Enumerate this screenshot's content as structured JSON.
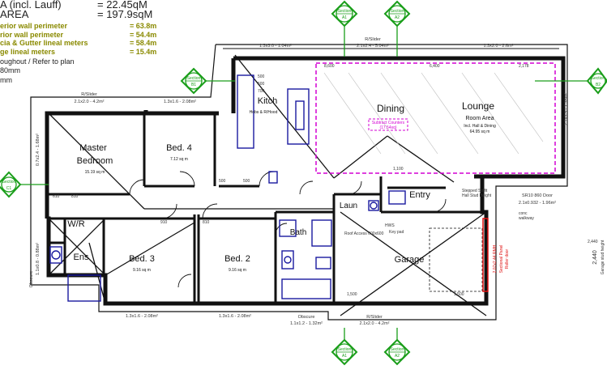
{
  "header": {
    "line1_label": "A (incl. Lauff)",
    "line1_value": "= 22.45qM",
    "line2_label": "AREA",
    "line2_value": "= 197.9sqM",
    "metrics": [
      {
        "label": "erior wall perimeter",
        "value": "= 63.8m"
      },
      {
        "label": "rior wall perimeter",
        "value": "= 54.4m"
      },
      {
        "label": "cia & Gutter lineal meters",
        "value": "= 58.4m"
      },
      {
        "label": "ge lineal meters",
        "value": "= 15.4m"
      }
    ],
    "notes": [
      "oughout / Refer to plan",
      "80mm",
      "mm"
    ]
  },
  "section_markers": [
    {
      "label": "Section",
      "number": "A1"
    },
    {
      "label": "Section",
      "number": "A2"
    },
    {
      "label": "Section",
      "number": "B1"
    },
    {
      "label": "Section",
      "number": "B2"
    },
    {
      "label": "Section",
      "number": "C1"
    },
    {
      "label": "Section",
      "number": "A1"
    },
    {
      "label": "Section",
      "number": "A2"
    }
  ],
  "rooms": {
    "dining": "Dining",
    "lounge": "Lounge",
    "room_area": "Room Area",
    "room_area_note": "Incl. Hall & Dining",
    "room_area_value": "64.95 sq m",
    "kitchen": "Kitch",
    "kitchen_note": "Hobs & R/Hood",
    "master": "Master",
    "master_2": "Bedroom",
    "master_area": "15.19 sq m",
    "bed4": "Bed. 4",
    "bed4_area": "7.12 sq m",
    "bed3": "Bed. 3",
    "bed3_area": "9.16 sq m",
    "bed2": "Bed. 2",
    "bed2_area": "9.16 sq m",
    "wr": "W/R",
    "ens": "Ens",
    "bath": "Bath",
    "laundry": "Laun",
    "entry": "Entry",
    "garage": "Garage"
  },
  "windows": {
    "top_slider": "R/Slider",
    "top_left": "1.3x3.0 - 1.04m²",
    "top_mid": "2.1x2.4 - 5.04m²",
    "top_right": "1.3x2.0 - 2.6m²",
    "left_top": "R/Slider",
    "left_dims": "2.1x2.0 - 4.2m²",
    "bed4_dims": "1.3x1.6 - 2.08m²",
    "bottom_left": "1.3x1.6 - 2.08m²",
    "bottom_mid": "1.3x1.6 - 2.08m²",
    "bottom_obscure": "Obscure",
    "bottom_obscure_dims": "1.1x1.2 - 1.32m²",
    "bottom_slider": "R/Slider",
    "bottom_slider_dims": "2.1x2.0 - 4.2m²",
    "left_obscure": "Obscure",
    "left_obscure_dims": "1.1x0.8 - 0.88m²",
    "left_side": "0.7x2.4 - 1.68m²",
    "right_side": "2.1x3.5 - 7.35m²",
    "ent_door": "SR10 860 Door",
    "ent_door_dims": "2.1x0.932 - 1.96m²"
  },
  "dimensions": [
    "8,600",
    "6,400",
    "2,178",
    "500",
    "500",
    "700",
    "500",
    "500",
    "1,100",
    "1,500",
    "1,500",
    "2,440",
    "610",
    "810",
    "910",
    "810"
  ],
  "labels": {
    "subtract": "Subtract Counters",
    "subtract_value": "(17.54sq)",
    "roof_access": "Roof Access 600x600",
    "hws": "HWS",
    "key_note": "Key pad",
    "stepped": "Stepped Soffit",
    "stepped2": "Hall Stud Height",
    "garage_door": "2.07x2.44 RMH",
    "sectional": "Sectional Panel",
    "sectional2": "Roller door",
    "right_dim": "2,440",
    "right_dim_note": "Garage stud height",
    "conc": "conc",
    "conc2": "walkway"
  },
  "colors": {
    "wall": "#111111",
    "section_green": "#1a9e1a",
    "accent_magenta": "#d400d4",
    "fixture_blue": "#1a1aa0",
    "red": "#e01010"
  }
}
